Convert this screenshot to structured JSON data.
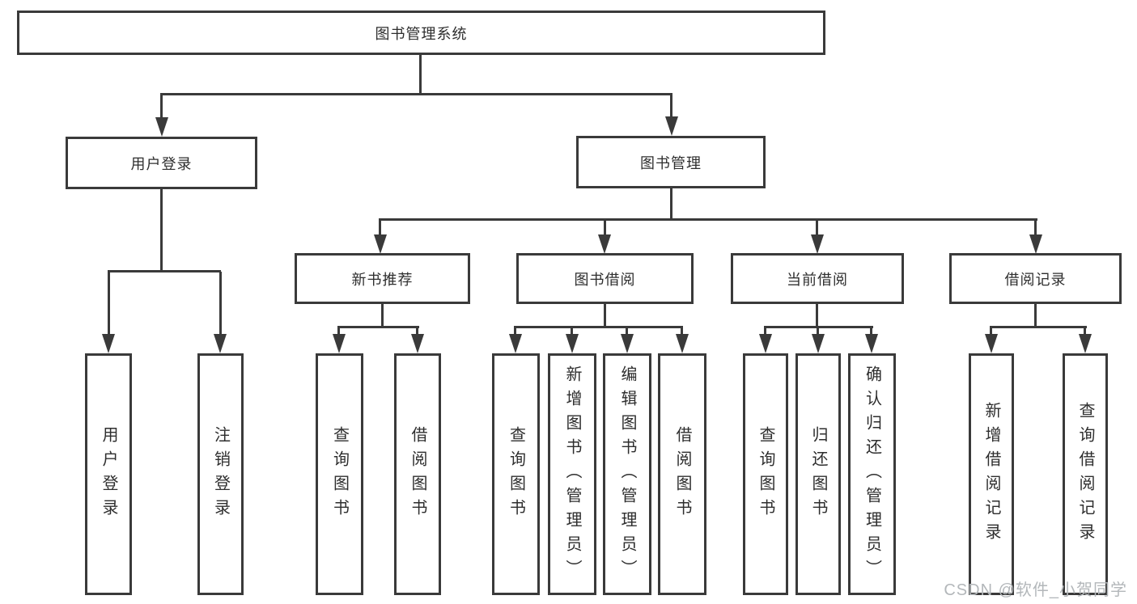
{
  "tree": {
    "root": {
      "label": "图书管理系统"
    },
    "branches": [
      {
        "label": "用户登录",
        "children": [
          {
            "label": "用户登录"
          },
          {
            "label": "注销登录"
          }
        ]
      },
      {
        "label": "图书管理",
        "children": [
          {
            "label": "新书推荐",
            "children": [
              {
                "label": "查询图书"
              },
              {
                "label": "借阅图书"
              }
            ]
          },
          {
            "label": "图书借阅",
            "children": [
              {
                "label": "查询图书"
              },
              {
                "label": "新增图书（管理员）"
              },
              {
                "label": "编辑图书（管理员）"
              },
              {
                "label": "借阅图书"
              }
            ]
          },
          {
            "label": "当前借阅",
            "children": [
              {
                "label": "查询图书"
              },
              {
                "label": "归还图书"
              },
              {
                "label": "确认归还（管理员）"
              }
            ]
          },
          {
            "label": "借阅记录",
            "children": [
              {
                "label": "新增借阅记录"
              },
              {
                "label": "查询借阅记录"
              }
            ]
          }
        ]
      }
    ]
  },
  "watermark": {
    "text": "CSDN @软件_小贺同学"
  },
  "colors": {
    "line": "#3a3a3a",
    "text": "#2e2e2e",
    "watermark": "#b3b7ba",
    "background": "#ffffff"
  }
}
